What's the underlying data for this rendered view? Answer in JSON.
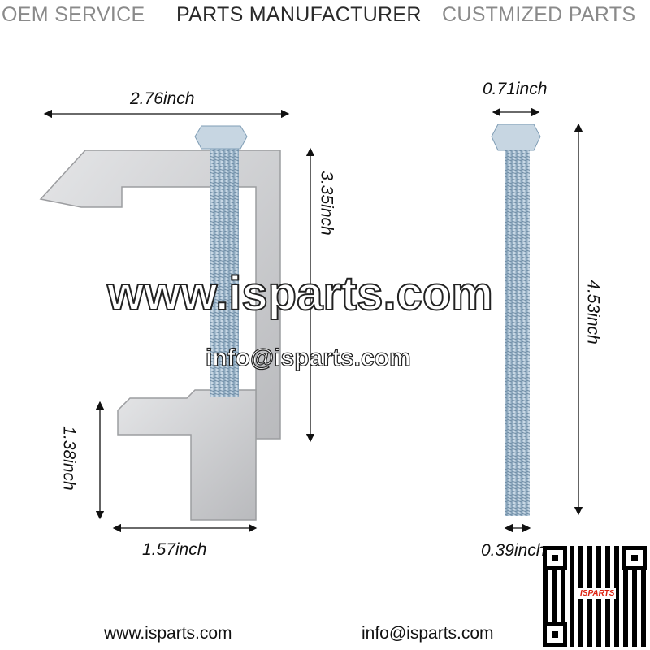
{
  "header": {
    "left": "OEM SERVICE",
    "center": "PARTS MANUFACTURER",
    "right": "CUSTMIZED PARTS"
  },
  "dimensions": {
    "clamp_width": "2.76inch",
    "clamp_height": "3.35inch",
    "jaw_height": "1.38inch",
    "jaw_width": "1.57inch",
    "bolt_head": "0.71inch",
    "bolt_length": "4.53inch",
    "bolt_diameter": "0.39inch"
  },
  "watermark": {
    "site": "www.isparts.com",
    "email": "info@isparts.com"
  },
  "footer": {
    "site": "www.isparts.com",
    "email": "info@isparts.com"
  },
  "qr": {
    "logo": "ISPARTS"
  },
  "colors": {
    "header_gray": "#8a8a8a",
    "header_dark": "#2a2a2a",
    "metal": "#cfd0d2",
    "bolt": "#a9c3d9"
  }
}
